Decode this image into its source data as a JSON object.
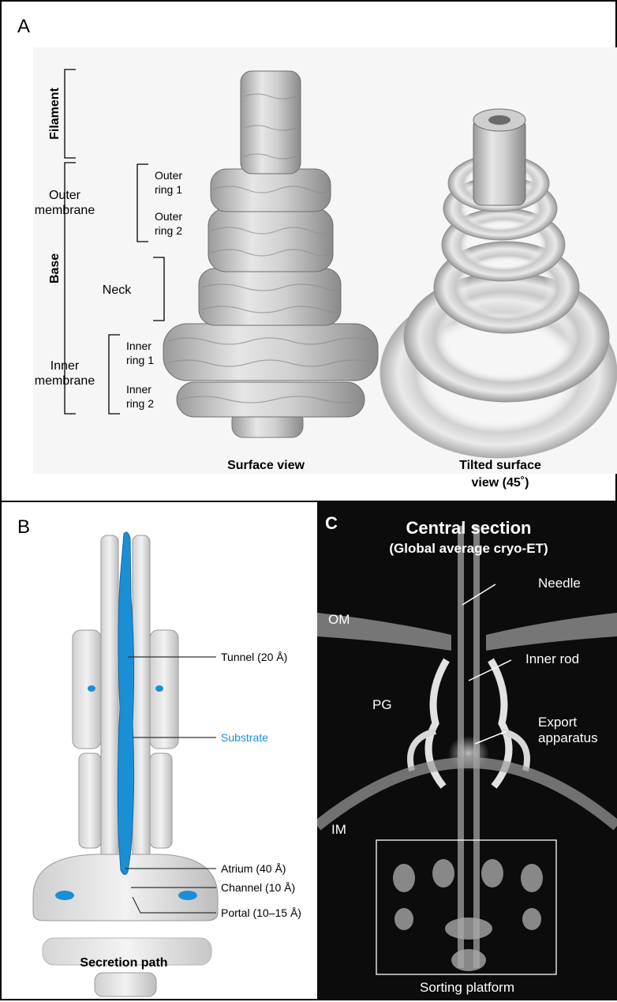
{
  "panelA": {
    "label": "A",
    "bracket_labels": {
      "filament": "Filament",
      "base": "Base",
      "outer_membrane": [
        "Outer",
        "membrane"
      ],
      "inner_membrane": [
        "Inner",
        "membrane"
      ],
      "neck": "Neck",
      "outer_ring_1": [
        "Outer",
        "ring 1"
      ],
      "outer_ring_2": [
        "Outer",
        "ring 2"
      ],
      "inner_ring_1": [
        "Inner",
        "ring 1"
      ],
      "inner_ring_2": [
        "Inner",
        "ring 2"
      ]
    },
    "captions": {
      "surface": "Surface view",
      "tilted": [
        "Tilted surface",
        "view (45˚)"
      ]
    }
  },
  "panelB": {
    "label": "B",
    "callouts": {
      "tunnel": "Tunnel (20 Å)",
      "substrate": "Substrate",
      "atrium": "Atrium (40 Å)",
      "channel": "Channel (10 Å)",
      "portal": "Portal (10–15 Å)"
    },
    "caption": "Secretion path",
    "substrate_color": "#1b8fd6"
  },
  "panelC": {
    "label": "C",
    "title": "Central section",
    "subtitle": "(Global average cryo-ET)",
    "labels": {
      "needle": "Needle",
      "om": "OM",
      "inner_rod": "Inner rod",
      "pg": "PG",
      "export": [
        "Export",
        "apparatus"
      ],
      "im": "IM",
      "sorting": "Sorting platform"
    }
  }
}
